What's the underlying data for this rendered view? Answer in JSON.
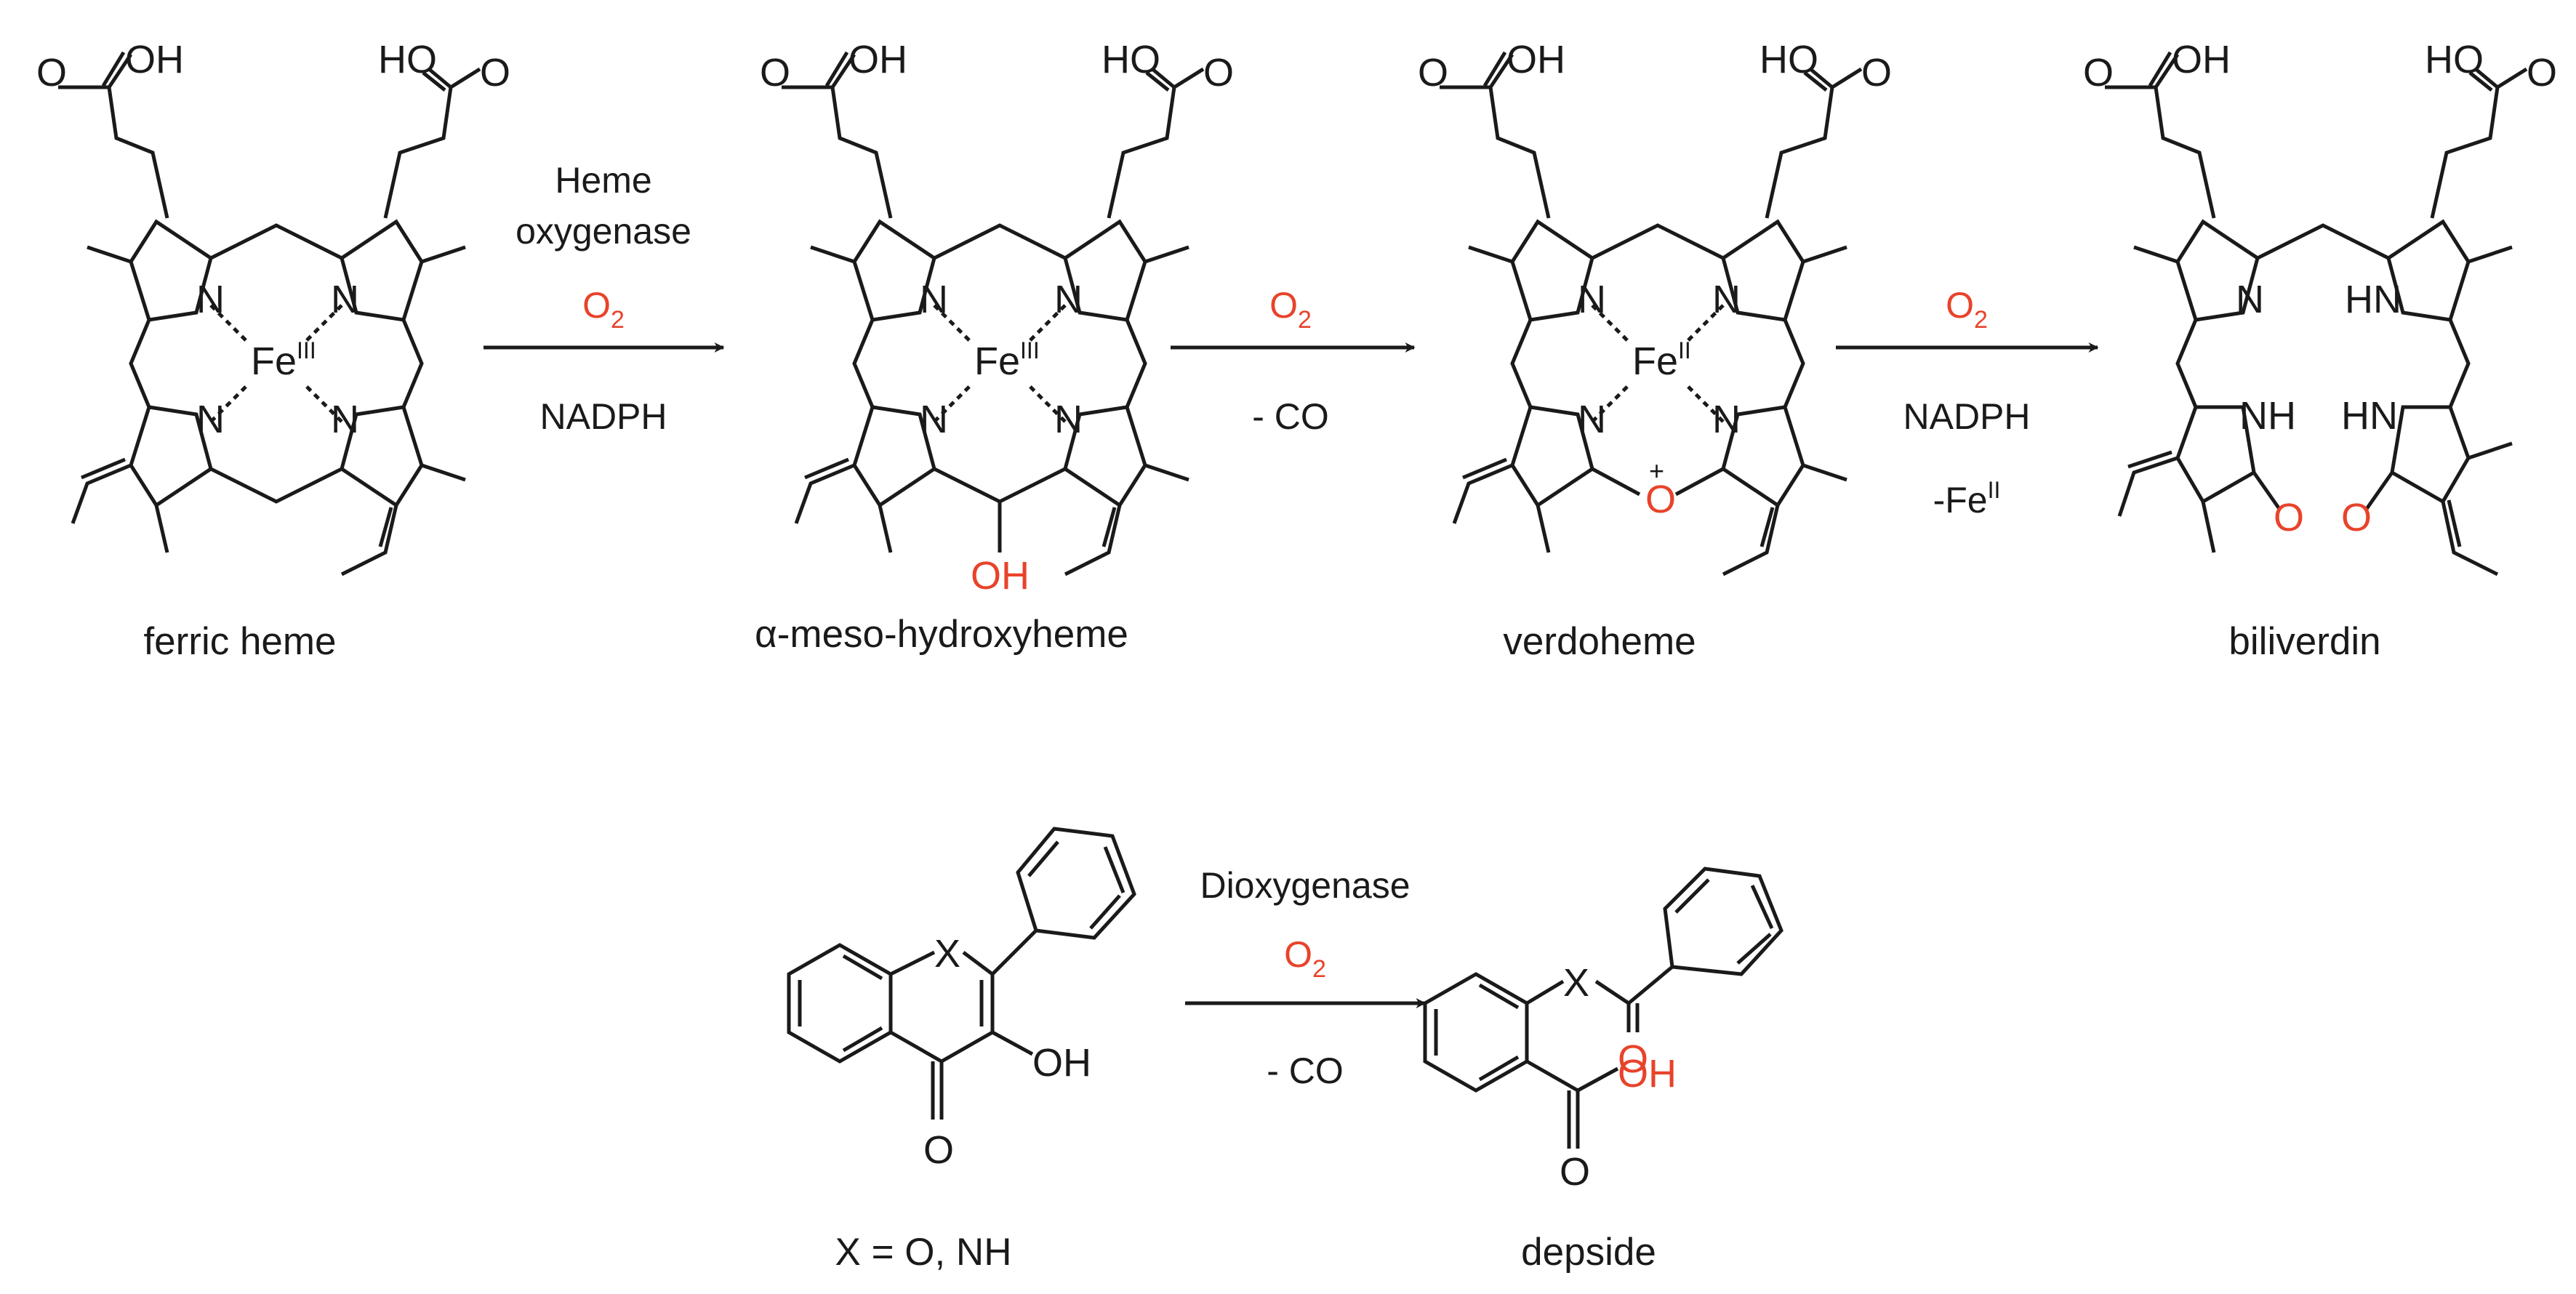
{
  "colors": {
    "ink": "#1a1a1a",
    "oxygen": "#e8432a",
    "co": "#2f4a9e"
  },
  "reaction1": {
    "compounds": [
      {
        "id": "ferric-heme",
        "caption": "ferric heme",
        "metal": "Fe",
        "oxidation": "III"
      },
      {
        "id": "alpha-meso-hydroxyheme",
        "caption": "α-meso-hydroxyheme",
        "metal": "Fe",
        "oxidation": "III",
        "meso_group": "OH"
      },
      {
        "id": "verdoheme",
        "caption": "verdoheme",
        "metal": "Fe",
        "oxidation": "II",
        "ring_oxygen": "O",
        "charge": "+"
      },
      {
        "id": "biliverdin",
        "caption": "biliverdin"
      }
    ],
    "arrows": [
      {
        "enzyme": [
          "Heme",
          "oxygenase"
        ],
        "reagent": "O",
        "reagent_sub": "2",
        "below": "NADPH"
      },
      {
        "reagent": "O",
        "reagent_sub": "2",
        "below": "- CO"
      },
      {
        "reagent": "O",
        "reagent_sub": "2",
        "below": "NADPH",
        "below2": "-Fe",
        "below2_sup": "II"
      }
    ]
  },
  "reaction2": {
    "substrate": {
      "caption": "X = O, NH",
      "x_label": "X",
      "carbonyl": "O",
      "hydroxyl": "OH"
    },
    "product": {
      "caption": "depside",
      "x_label": "X",
      "ester_oxygen": "O",
      "acid_oh": "OH",
      "acid_o": "O"
    },
    "arrow": {
      "enzyme": "Dioxygenase",
      "reagent": "O",
      "reagent_sub": "2",
      "below": "- CO"
    }
  },
  "atoms": {
    "N": "N",
    "HN": "HN",
    "NH": "NH",
    "O": "O",
    "OH": "OH",
    "HO": "HO",
    "Fe": "Fe"
  }
}
